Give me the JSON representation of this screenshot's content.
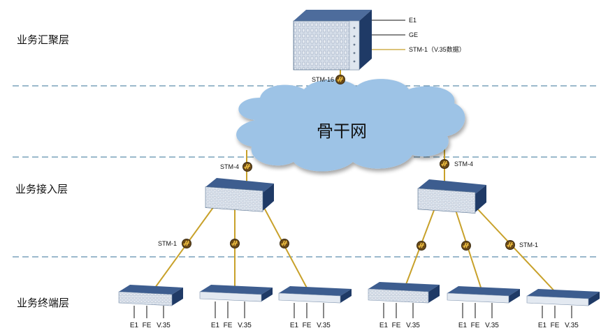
{
  "layers": {
    "aggregation": "业务汇聚层",
    "access": "业务接入层",
    "terminal": "业务终端层"
  },
  "core": {
    "ports": [
      "E1",
      "GE",
      "STM-1（V.35数据）"
    ],
    "uplink_label": "STM-16"
  },
  "cloud": {
    "label": "骨干网"
  },
  "access_links": {
    "left_label": "STM-4",
    "right_label": "STM-4"
  },
  "terminal_links": {
    "left_label": "STM-1",
    "right_label": "STM-1"
  },
  "terminal_ports": [
    "E1",
    "FE",
    "V.35"
  ],
  "colors": {
    "link": "#c8a12a",
    "device_top": "#3d5d8f",
    "device_side": "#1f3a66",
    "device_front": "#d8e0ea",
    "cloud": "#9dc3e6",
    "divider": "#5f8fae"
  }
}
